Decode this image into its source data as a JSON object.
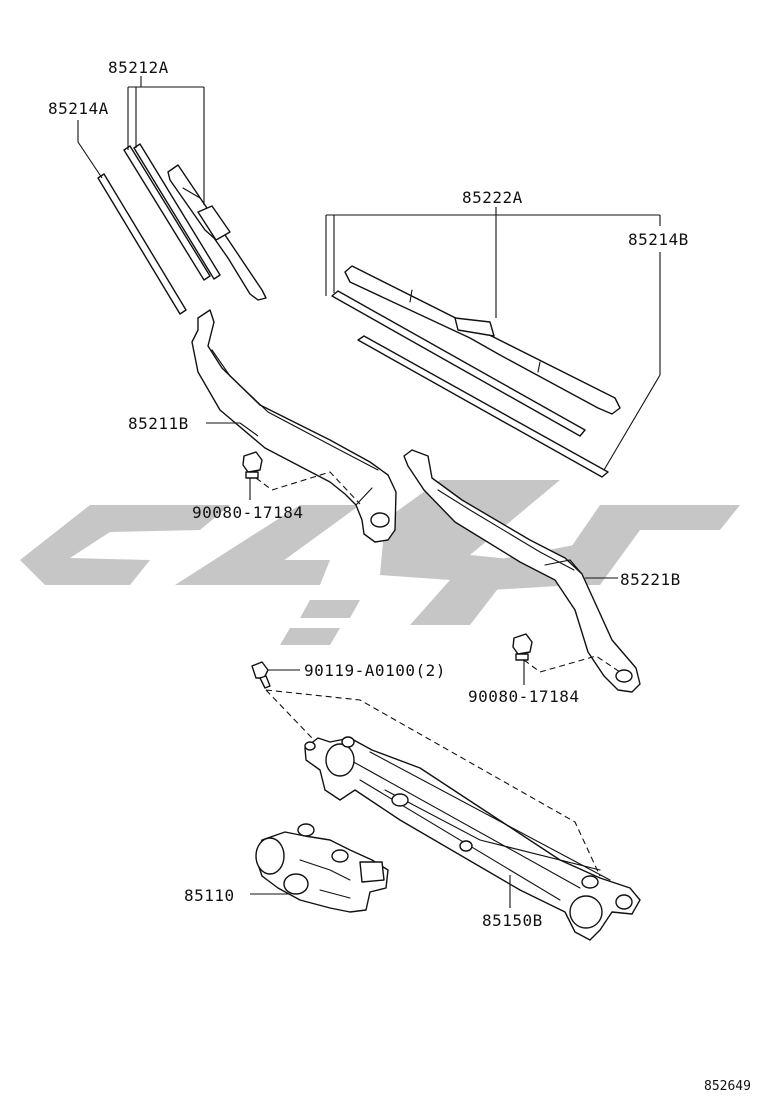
{
  "diagram": {
    "callouts": {
      "p85212A": "85212A",
      "p85214A": "85214A",
      "p85222A": "85222A",
      "p85214B": "85214B",
      "p85211B": "85211B",
      "p90080_left": "90080-17184",
      "p85221B": "85221B",
      "p90119": "90119-A0100(2)",
      "p90080_right": "90080-17184",
      "p85110": "85110",
      "p85150B": "85150B"
    },
    "figure_number": "852649",
    "watermark_color": "#c6c6c6"
  }
}
